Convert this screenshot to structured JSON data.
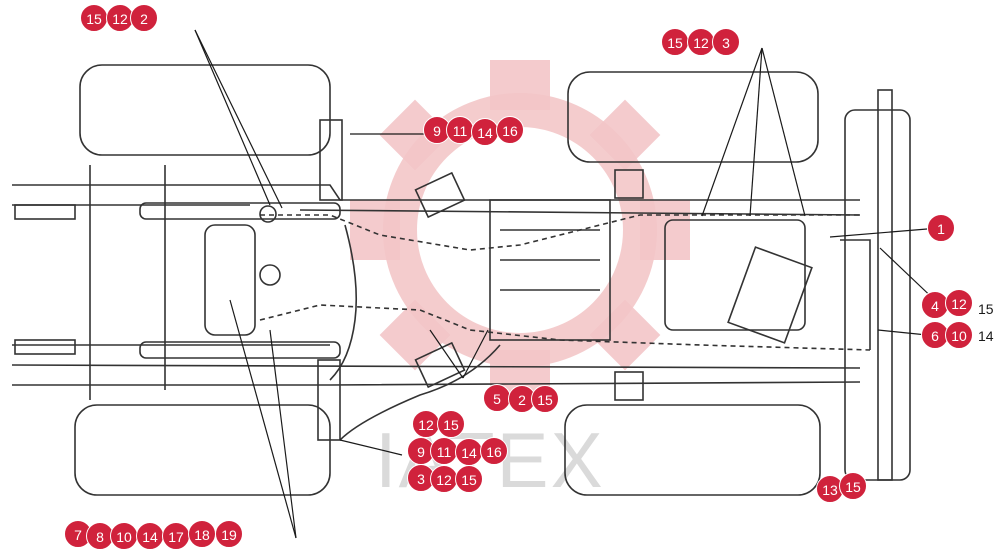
{
  "watermark": {
    "text": "IATEX"
  },
  "colors": {
    "callout": "#d0223c",
    "drawing": "#333333",
    "logo": "#f3c6c8",
    "watermark": "#dadada"
  },
  "callouts": {
    "tl": [
      "15",
      "12",
      "2"
    ],
    "tr": [
      "15",
      "12",
      "3"
    ],
    "mid_top": [
      "9",
      "11",
      "14",
      "16"
    ],
    "right_1": [
      "1"
    ],
    "right_4": [
      "4",
      "12"
    ],
    "right_6": [
      "6",
      "10"
    ],
    "center_5": [
      "5",
      "2",
      "15"
    ],
    "center_a": [
      "12",
      "15"
    ],
    "center_b": [
      "9",
      "11",
      "14",
      "16"
    ],
    "center_c": [
      "3",
      "12",
      "15"
    ],
    "bottom_right": [
      "13",
      "15"
    ],
    "bottom_left": [
      "7",
      "8",
      "10",
      "14",
      "17",
      "18",
      "19"
    ]
  },
  "plain_labels": {
    "right_15": "15",
    "right_14": "14"
  }
}
